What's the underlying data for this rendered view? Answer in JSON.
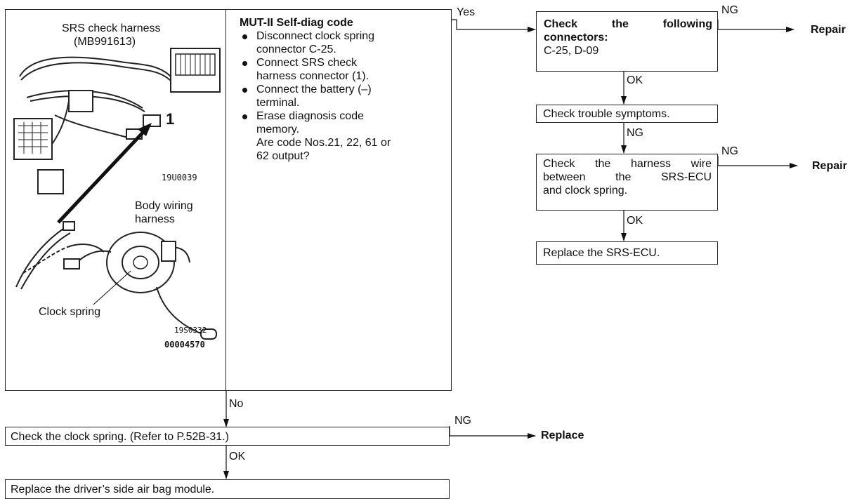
{
  "illustration": {
    "label_harness": "SRS check harness",
    "label_harness_part": "(MB991613)",
    "callout_1": "1",
    "code_top": "19U0039",
    "label_body_wiring_1": "Body wiring",
    "label_body_wiring_2": "harness",
    "label_clock_spring": "Clock spring",
    "code_bottom": "19S0332",
    "code_doc": "00004570"
  },
  "procedure": {
    "title": "MUT-II Self-diag code",
    "steps": [
      [
        "Disconnect clock spring",
        "connector C-25."
      ],
      [
        "Connect SRS check",
        "harness connector (1)."
      ],
      [
        "Connect the battery (–)",
        "terminal."
      ],
      [
        "Erase diagnosis code",
        "memory.",
        "Are code Nos.21, 22, 61 or",
        "62 output?"
      ]
    ]
  },
  "flow": {
    "yes": "Yes",
    "no": "No",
    "ng1": "NG",
    "ng2": "NG",
    "ng3": "NG",
    "ng4": "NG",
    "ok1": "OK",
    "ok2": "OK",
    "ok3": "OK",
    "check_connectors_1": "Check the following",
    "check_connectors_2": "connectors:",
    "check_connectors_3": "C-25, D-09",
    "repair_1": "Repair",
    "check_trouble": "Check trouble symptoms.",
    "check_harness_1": "Check the harness wire",
    "check_harness_2": "between the SRS-ECU",
    "check_harness_3": "and clock spring.",
    "repair_2": "Repair",
    "replace_ecu": "Replace the SRS-ECU.",
    "check_clock": "Check the clock spring. (Refer to P.52B-31.)",
    "replace": "Replace",
    "replace_airbag": "Replace the driver’s side air bag module."
  }
}
